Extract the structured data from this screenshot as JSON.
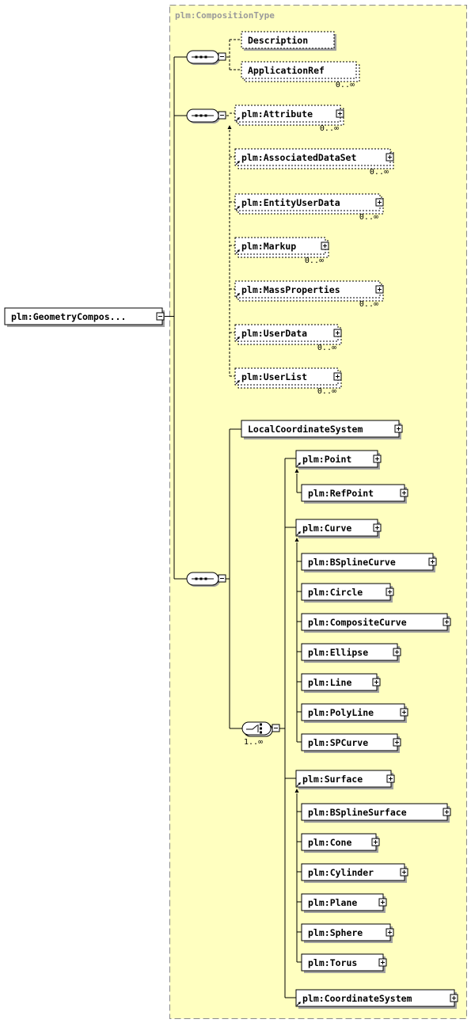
{
  "complex_type": {
    "label": "plm:CompositionType",
    "bg": "#ffffc0",
    "border": "#8c8c8c"
  },
  "root": {
    "label": "plm:GeometryCompos..."
  },
  "colors": {
    "line": "#000000",
    "shadow": "#a0a0a0",
    "box": "#ffffff"
  },
  "icons": {
    "sequence": "sequence-compositor-icon",
    "choice": "choice-compositor-icon",
    "collapse": "collapse-minus-icon",
    "expand": "expand-plus-icon",
    "reference": "reference-arrow-icon"
  },
  "group1": {
    "compositor": "sequence",
    "elements": [
      {
        "label": "Description",
        "optional": true,
        "expandable": false
      },
      {
        "label": "ApplicationRef",
        "optional": true,
        "multi": true,
        "expandable": false,
        "card": "0..∞"
      }
    ]
  },
  "group2": {
    "compositor": "sequence",
    "elements": [
      {
        "label": "plm:Attribute",
        "card": "0..∞"
      },
      {
        "label": "plm:AssociatedDataSet",
        "card": "0..∞"
      },
      {
        "label": "plm:EntityUserData",
        "card": "0..∞"
      },
      {
        "label": "plm:Markup",
        "card": "0..∞"
      },
      {
        "label": "plm:MassProperties",
        "card": "0..∞"
      },
      {
        "label": "plm:UserData",
        "card": "0..∞"
      },
      {
        "label": "plm:UserList",
        "card": "0..∞"
      }
    ]
  },
  "group3": {
    "compositor": "sequence",
    "local_element": "LocalCoordinateSystem",
    "choice": {
      "card": "1..∞",
      "heads": [
        {
          "label": "plm:Point",
          "substitutes": [
            "plm:RefPoint"
          ]
        },
        {
          "label": "plm:Curve",
          "substitutes": [
            "plm:BSplineCurve",
            "plm:Circle",
            "plm:CompositeCurve",
            "plm:Ellipse",
            "plm:Line",
            "plm:PolyLine",
            "plm:SPCurve"
          ]
        },
        {
          "label": "plm:Surface",
          "substitutes": [
            "plm:BSplineSurface",
            "plm:Cone",
            "plm:Cylinder",
            "plm:Plane",
            "plm:Sphere",
            "plm:Torus"
          ]
        },
        {
          "label": "plm:CoordinateSystem",
          "substitutes": []
        }
      ]
    }
  }
}
